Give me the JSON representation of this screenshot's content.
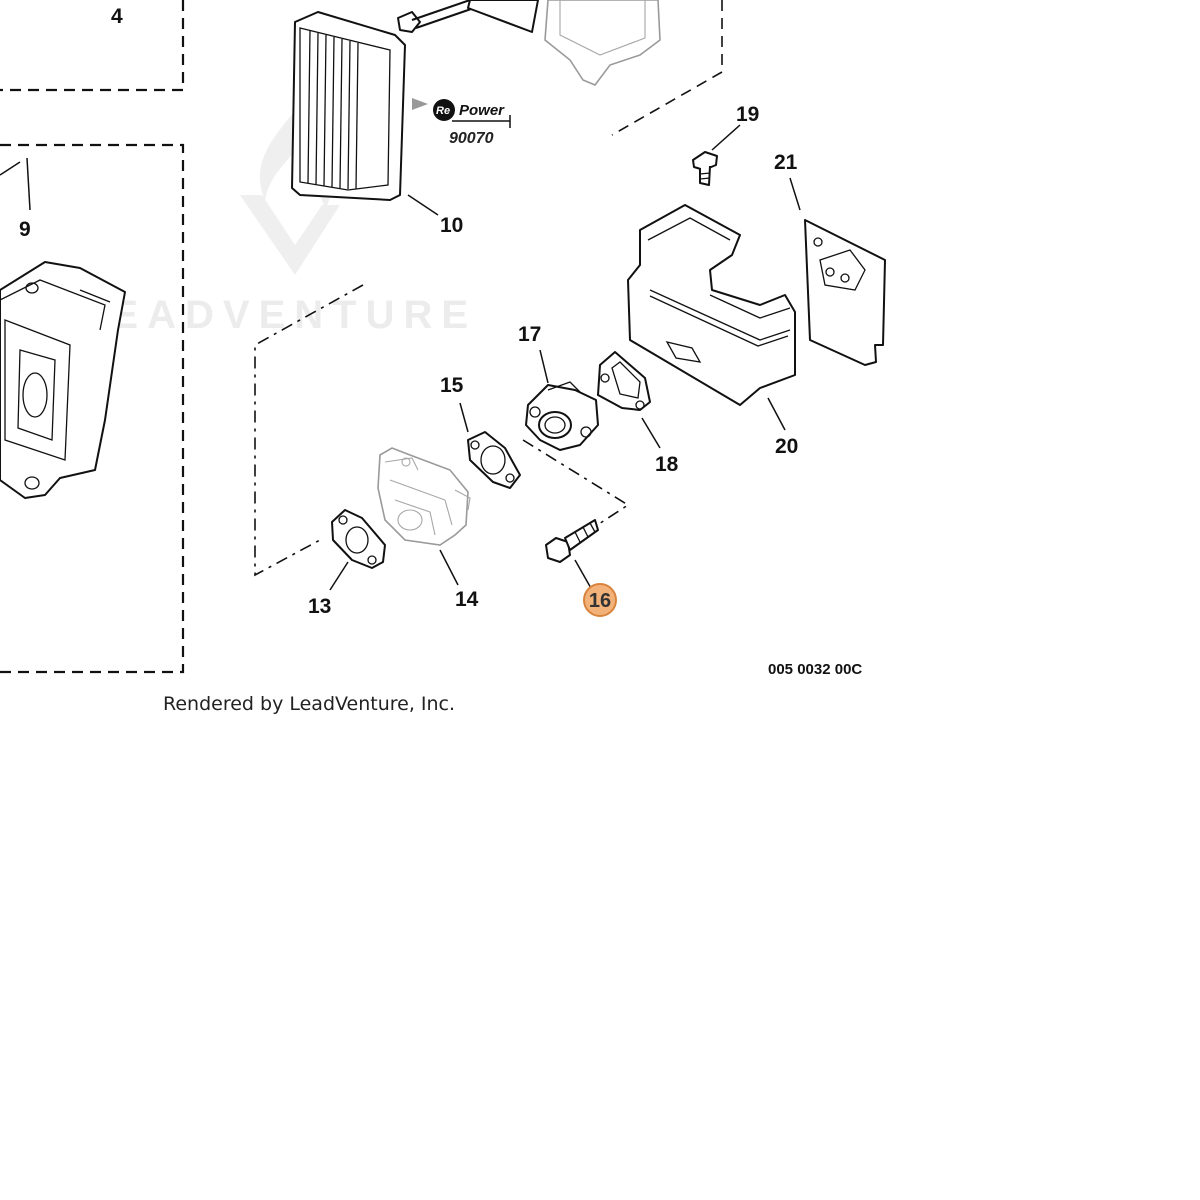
{
  "watermark": {
    "brand": "LEADVENTURE"
  },
  "callouts": {
    "c4": "4",
    "c9": "9",
    "c10": "10",
    "c13": "13",
    "c14": "14",
    "c15": "15",
    "c16": "16",
    "c17": "17",
    "c18": "18",
    "c19": "19",
    "c20": "20",
    "c21": "21"
  },
  "highlighted_callout": "16",
  "repower": {
    "logo_text": "RePower",
    "part_code": "90070"
  },
  "drawing_number": "005 0032 00C",
  "render_credit": "Rendered by LeadVenture, Inc.",
  "colors": {
    "highlight_fill": "#f3b27a",
    "highlight_stroke": "#d8843e",
    "line": "#111111"
  }
}
